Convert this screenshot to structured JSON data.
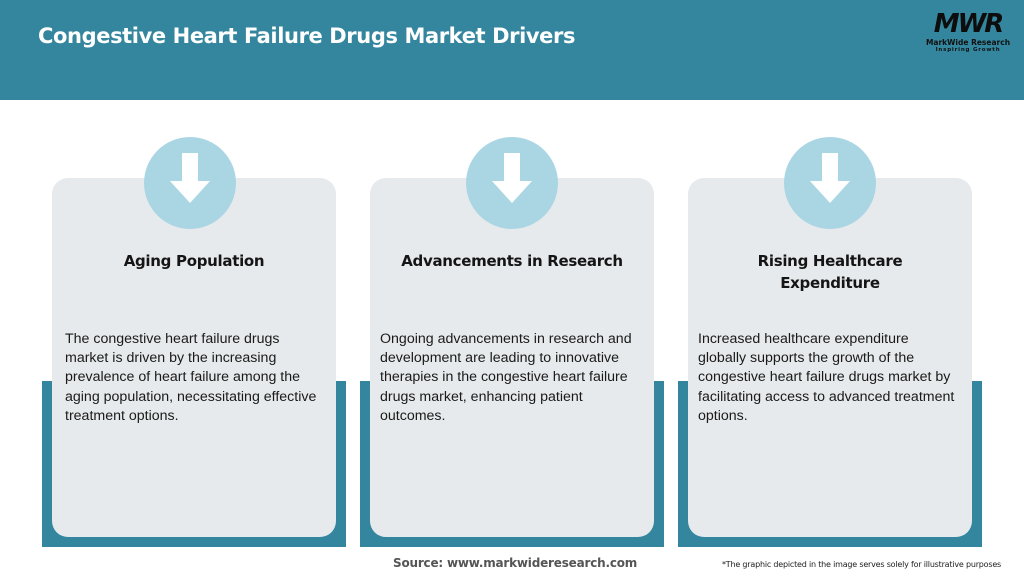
{
  "header": {
    "title": "Congestive Heart Failure Drugs Market Drivers",
    "background_color": "#34869e"
  },
  "logo": {
    "mark": "MWR",
    "name": "MarkWide Research",
    "tagline": "Inspiring Growth"
  },
  "cards": [
    {
      "icon": "arrow-down-icon",
      "title": "Aging Population",
      "body": "The congestive heart failure drugs market is driven by the increasing prevalence of heart failure among the aging population, necessitating effective treatment options."
    },
    {
      "icon": "arrow-down-icon",
      "title": "Advancements in Research",
      "body": "Ongoing advancements in research and development are leading to innovative therapies in the congestive heart failure drugs market, enhancing patient outcomes."
    },
    {
      "icon": "arrow-down-icon",
      "title": "Rising Healthcare Expenditure",
      "body": "Increased healthcare expenditure globally supports the growth of the congestive heart failure drugs market by facilitating access to advanced treatment options."
    }
  ],
  "footer": {
    "source": "Source: www.markwideresearch.com",
    "disclaimer": "*The graphic depicted in the image serves solely for illustrative purposes"
  },
  "colors": {
    "accent_teal": "#34869e",
    "card_gray": "#e7eaec",
    "circle_light_blue": "#aad6e4"
  }
}
